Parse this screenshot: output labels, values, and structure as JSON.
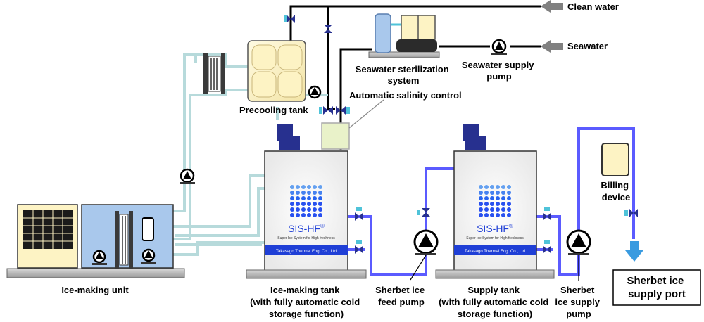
{
  "inputs": {
    "clean_water": "Clean water",
    "seawater": "Seawater"
  },
  "labels": {
    "seawater_sterilization": [
      "Seawater sterilization",
      "system"
    ],
    "seawater_supply_pump": [
      "Seawater supply",
      "pump"
    ],
    "automatic_salinity_control": "Automatic salinity control",
    "precooling_tank": "Precooling tank",
    "ice_making_unit": "Ice-making unit",
    "ice_making_tank": [
      "Ice-making tank",
      "(with fully automatic cold",
      "storage function)"
    ],
    "sherbet_ice_feed_pump": [
      "Sherbet ice",
      "feed pump"
    ],
    "supply_tank": [
      "Supply tank",
      "(with fully automatic cold",
      "storage function)"
    ],
    "sherbet_ice_supply_pump": [
      "Sherbet",
      "ice supply",
      "pump"
    ],
    "billing_device": [
      "Billing",
      "device"
    ],
    "sherbet_ice_supply_port": [
      "Sherbet ice",
      "supply port"
    ]
  },
  "tank_branding": {
    "logo": "SIS-HF",
    "registered": "®",
    "tagline": "Super Ice System for High freshness",
    "maker": "Takasago Thermal Eng. Co., Ltd"
  },
  "colors": {
    "clean_water_line": "#000000",
    "precooling_line": "#b7dadb",
    "sherbet_line": "#5b5bff",
    "tank_fill": "#ffffff",
    "tank_band": "#1f3fd6",
    "unit_blue": "#a9c8ec",
    "unit_cream": "#fdf3c4",
    "motor_blue": "#27308f",
    "valve_cyan": "#4fc3d9",
    "arrow_gray": "#808080",
    "supply_arrow": "#3a9be0"
  }
}
